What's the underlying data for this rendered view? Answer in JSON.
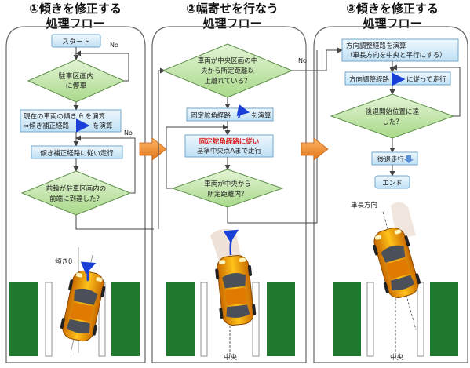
{
  "panels": [
    {
      "title": "①傾きを修正する",
      "subtitle": "処理フロー",
      "steps": {
        "start": "スタート",
        "d1": [
          "駐車区画内",
          "に停車"
        ],
        "p1": [
          "現在の車両の傾き θ を演算",
          "⇒傾き補正経路",
          "を演算"
        ],
        "p2": "傾き補正経路に従い走行",
        "d2": [
          "前輪が駐車区画内の",
          "前端に到達した？"
        ]
      },
      "no_labels": [
        "No",
        "No"
      ],
      "tilt_label": "傾きθ"
    },
    {
      "title": "②幅寄せを行なう",
      "subtitle": "処理フロー",
      "steps": {
        "d1": [
          "車両が中央区画の中",
          "央から所定距離以",
          "上離れている？"
        ],
        "p1": [
          "固定舵角経路",
          "を演算"
        ],
        "p2": [
          "固定舵角経路に従い",
          "基準中央点Aまで走行"
        ],
        "d2": [
          "車両が中央から",
          "所定距離内？"
        ]
      },
      "no_label": "No",
      "center_label": "中央"
    },
    {
      "title": "③傾きを修正する",
      "subtitle": "処理フロー",
      "steps": {
        "p1": [
          "方向調整経路を演算",
          "（車長方向を中央と平行にする）"
        ],
        "p2": [
          "方向調整経路",
          "に従って走行"
        ],
        "d1": [
          "後退開始位置に達",
          "した？"
        ],
        "p3": "後退走行",
        "end": "エンド"
      },
      "car_direction_label": "車長方向",
      "center_label": "中央"
    }
  ],
  "colors": {
    "decision_fill": "#bfe6a3",
    "process_fill": "#cde8f8",
    "process_stroke": "#6fa7cf",
    "decision_stroke": "#5e8f4a",
    "parking_green": "#1f7a2f",
    "flow_arrow": "#f08a24",
    "car_body": "#f0a000",
    "red_text": "#d81e1e"
  }
}
